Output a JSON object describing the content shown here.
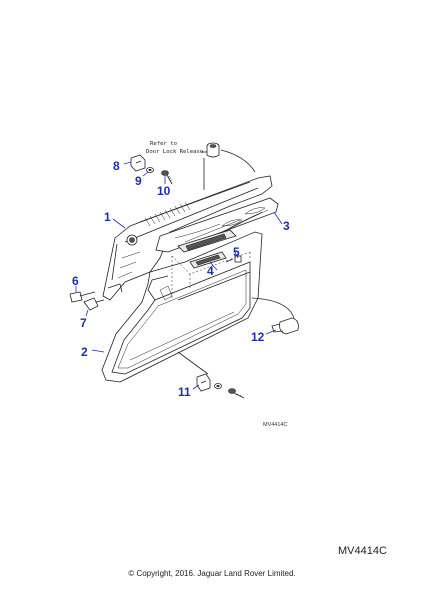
{
  "note": {
    "line1": "Refer to",
    "line2": "Door Lock Release"
  },
  "callouts": [
    "1",
    "2",
    "3",
    "4",
    "5",
    "6",
    "7",
    "8",
    "9",
    "10",
    "11",
    "12"
  ],
  "diagram_code": "MV4414C",
  "footer": {
    "code": "MV4414C",
    "copyright": "© Copyright, 2016. Jaguar Land Rover Limited."
  }
}
